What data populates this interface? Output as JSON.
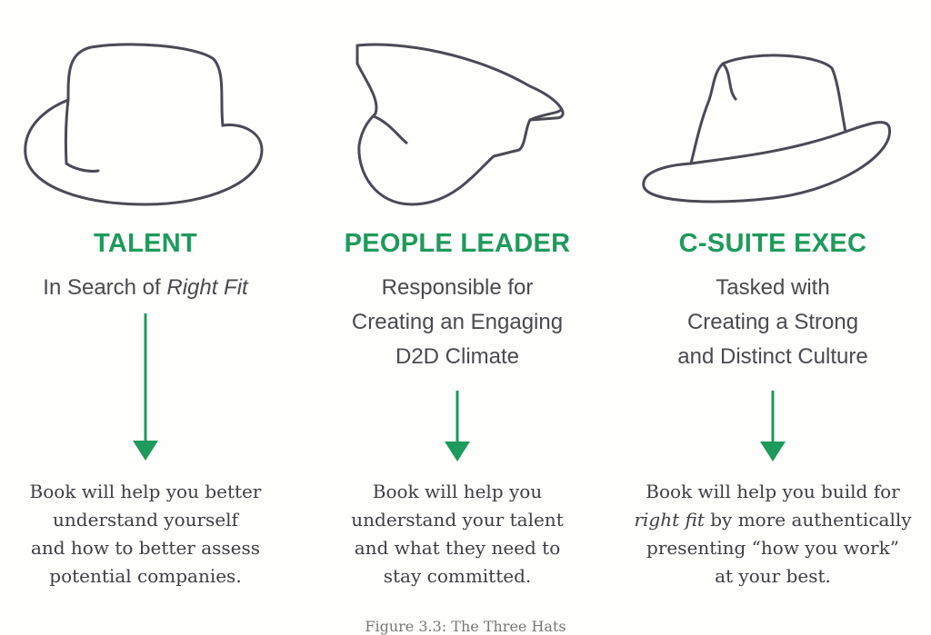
{
  "columns": [
    {
      "title": "TALENT",
      "subtitle_pre": "In Search of ",
      "subtitle_em": "Right Fit",
      "desc_lines": [
        "Book will help you better",
        "understand yourself",
        "and how to better assess",
        "potential companies."
      ]
    },
    {
      "title": "PEOPLE LEADER",
      "subtitle_lines": [
        "Responsible for",
        "Creating an Engaging",
        "D2D Climate"
      ],
      "desc_lines": [
        "Book will help you",
        "understand your talent",
        "and what they need to",
        "stay committed."
      ]
    },
    {
      "title": "C-SUITE EXEC",
      "subtitle_lines": [
        "Tasked with",
        "Creating a Strong",
        "and Distinct Culture"
      ],
      "desc_em": "right fit",
      "desc_lines": [
        "Book will help you build for",
        " by more authentically",
        "presenting “how you work”",
        "at your best."
      ]
    }
  ],
  "caption": "Figure 3.3: The Three Hats",
  "colors": {
    "accent": "#1e9a5c",
    "stroke": "#4a4a55"
  }
}
